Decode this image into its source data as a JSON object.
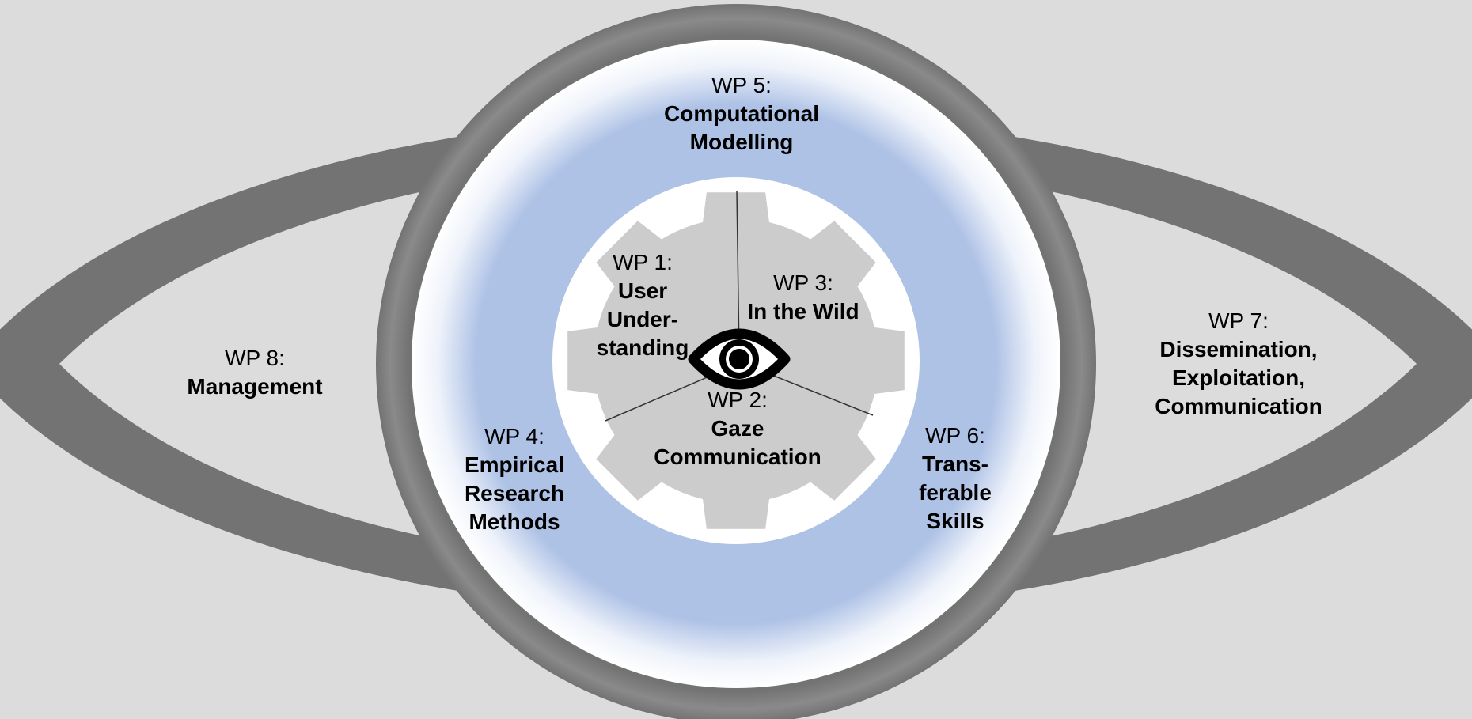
{
  "colors": {
    "background": "#dcdcdc",
    "eye_outline": "#737373",
    "iris_blue": "#aec2e6",
    "iris_ring": "#737373",
    "pupil_disc": "#ffffff",
    "gear": "#cccccc",
    "spoke": "#333333",
    "center_icon": "#000000"
  },
  "center_icon": "eye-icon",
  "work_packages": {
    "wp1": {
      "code": "WP 1:",
      "name_lines": [
        "User",
        "Under-",
        "standing"
      ]
    },
    "wp2": {
      "code": "WP 2:",
      "name_lines": [
        "Gaze",
        "Communication"
      ]
    },
    "wp3": {
      "code": "WP 3:",
      "name_lines": [
        "In the Wild"
      ]
    },
    "wp4": {
      "code": "WP 4:",
      "name_lines": [
        "Empirical",
        "Research",
        "Methods"
      ]
    },
    "wp5": {
      "code": "WP 5:",
      "name_lines": [
        "Computational",
        "Modelling"
      ]
    },
    "wp6": {
      "code": "WP 6:",
      "name_lines": [
        "Trans-",
        "ferable",
        "Skills"
      ]
    },
    "wp7": {
      "code": "WP 7:",
      "name_lines": [
        "Dissemination,",
        "Exploitation,",
        "Communication"
      ]
    },
    "wp8": {
      "code": "WP 8:",
      "name_lines": [
        "Management"
      ]
    }
  }
}
